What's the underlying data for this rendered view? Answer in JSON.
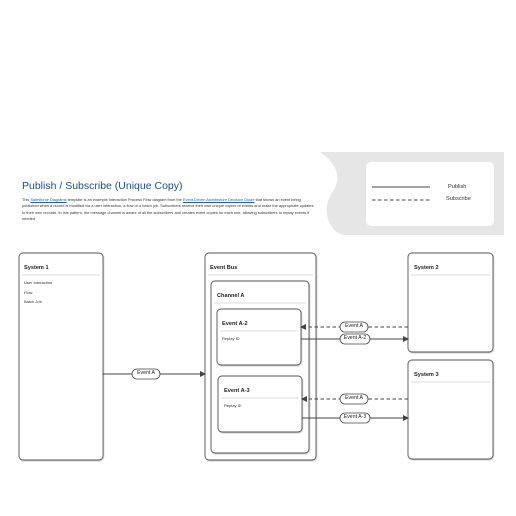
{
  "header": {
    "title": "Publish / Subscribe (Unique Copy)",
    "desc_1": "This ",
    "desc_link_1": "Salesforce Diagrams",
    "desc_2": " template is an example Interaction Process Flow diagram from the ",
    "desc_link_2": "Event-Driven Architecture Decision Guide",
    "desc_3": " that shows an event being published when a record is modified via a user interaction, a flow or a batch job.  Subscribers receive their own unique copies of events and make the appropriate updates to their own records.  In this pattern, the message channel is aware of all the subscribers and creates event copies for each one, allowing subscribers to replay events if needed"
  },
  "legend": {
    "items": [
      {
        "label": "Publish",
        "style": "solid"
      },
      {
        "label": "Subscribe",
        "style": "dashed"
      }
    ]
  },
  "system1": {
    "title": "System 1",
    "lines": [
      "User Interaction",
      "Flow",
      "Batch Job"
    ]
  },
  "event_bus": {
    "title": "Event Bus",
    "channel": {
      "title": "Channel A",
      "copies": [
        {
          "title": "Event A-2",
          "subtitle": "Replay ID"
        },
        {
          "title": "Event A-3",
          "subtitle": "Replay ID"
        }
      ]
    }
  },
  "system2": {
    "title": "System 2"
  },
  "system3": {
    "title": "System 3"
  },
  "connectors": {
    "publish_from_system1": "Event A",
    "subscribe_a2": "Event A",
    "publish_a2": "Event A-2",
    "subscribe_a3": "Event A",
    "publish_a3": "Event A-3"
  },
  "colors": {
    "title_blue": "#1d4f91",
    "link_blue": "#1a5fb4",
    "box_border": "#555555",
    "legend_bg": "#e6e6e6"
  }
}
